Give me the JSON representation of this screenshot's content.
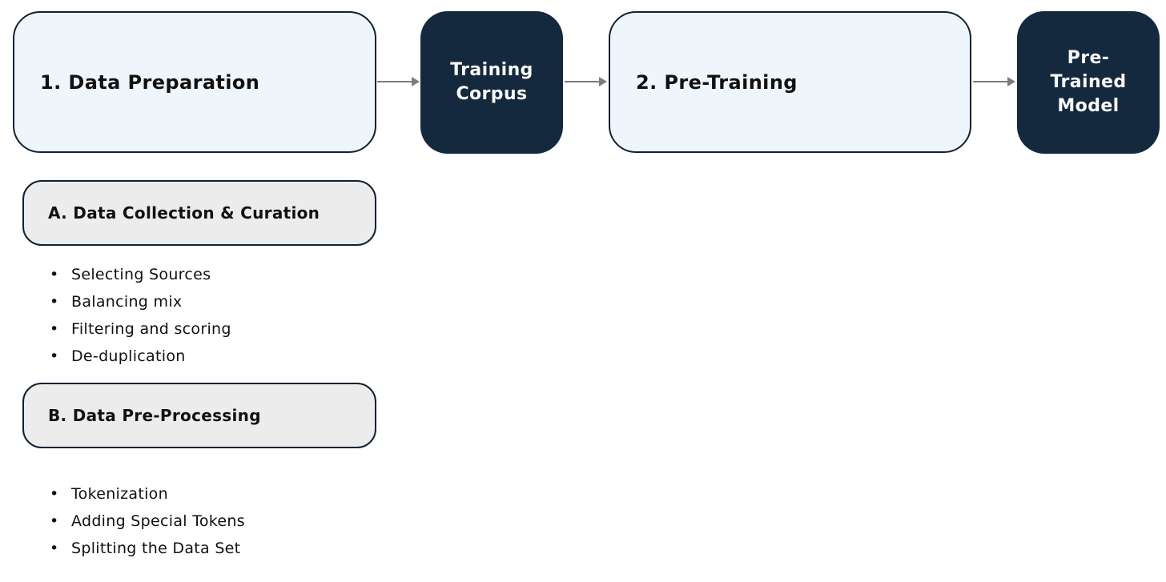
{
  "colors": {
    "light_box_fill": "#EEF5FB",
    "dark_box_fill": "#14293E",
    "gray_box_fill": "#ECECEC",
    "box_border": "#0F2233",
    "arrow": "#7D7D7D",
    "text_dark": "#111111",
    "text_light": "#FAFAFA"
  },
  "flow": {
    "nodes": [
      {
        "label": "1. Data Preparation",
        "style": "light"
      },
      {
        "label": "Training Corpus",
        "style": "dark"
      },
      {
        "label": "2. Pre-Training",
        "style": "light"
      },
      {
        "label": "Pre-Trained Model",
        "style": "dark"
      }
    ]
  },
  "bullet_glyph": "•",
  "sections": [
    {
      "title": "A. Data Collection & Curation",
      "bullets": [
        "Selecting Sources",
        "Balancing mix",
        "Filtering and scoring",
        "De-duplication"
      ]
    },
    {
      "title": "B. Data Pre-Processing",
      "bullets": [
        "Tokenization",
        "Adding Special Tokens",
        "Splitting the Data Set"
      ]
    }
  ]
}
